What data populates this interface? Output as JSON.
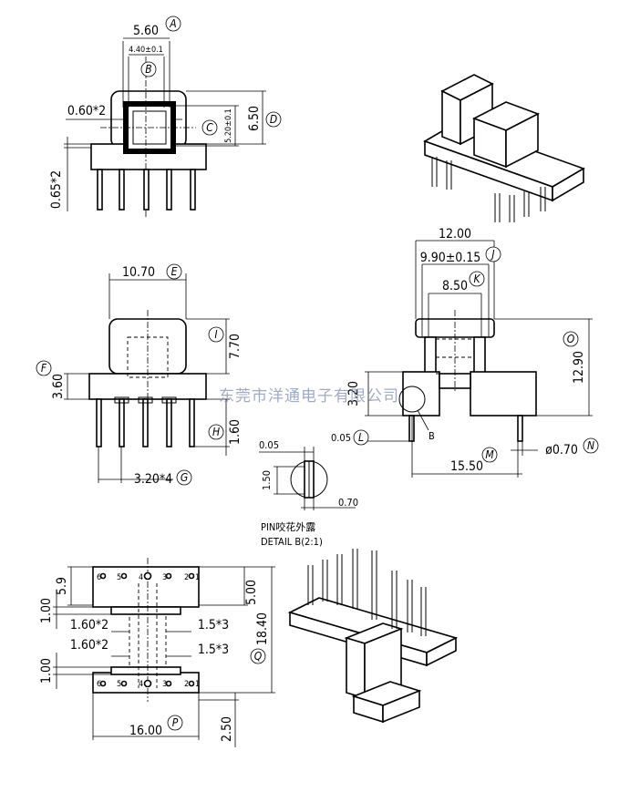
{
  "watermark": "东莞市洋通电子有限公司",
  "detail_caption": [
    "PIN咬花外露",
    "DETAIL B(2:1)"
  ],
  "detail_marker": "B",
  "dimensions": [
    {
      "id": "d_560",
      "text": "5.60",
      "bubble": "A"
    },
    {
      "id": "d_440",
      "text": "4.40±0.1",
      "bubble": "B"
    },
    {
      "id": "d_060",
      "text": "0.60*2",
      "bubble": ""
    },
    {
      "id": "d_C",
      "text": "",
      "bubble": "C"
    },
    {
      "id": "d_520",
      "text": "5.20±0.1",
      "bubble": ""
    },
    {
      "id": "d_650",
      "text": "6.50",
      "bubble": "D"
    },
    {
      "id": "d_065",
      "text": "0.65*2",
      "bubble": ""
    },
    {
      "id": "d_1070",
      "text": "10.70",
      "bubble": "E"
    },
    {
      "id": "d_770",
      "text": "7.70",
      "bubble": "I"
    },
    {
      "id": "d_360",
      "text": "3.60",
      "bubble": "F"
    },
    {
      "id": "d_160",
      "text": "1.60",
      "bubble": "H"
    },
    {
      "id": "d_320",
      "text": "3.20*4",
      "bubble": "G"
    },
    {
      "id": "d_1200",
      "text": "12.00",
      "bubble": ""
    },
    {
      "id": "d_990",
      "text": "9.90±0.15",
      "bubble": "J"
    },
    {
      "id": "d_850",
      "text": "8.50",
      "bubble": "K"
    },
    {
      "id": "d_1290",
      "text": "12.90",
      "bubble": "O"
    },
    {
      "id": "d_320b",
      "text": "3.20",
      "bubble": ""
    },
    {
      "id": "d_005",
      "text": "0.05",
      "bubble": "L"
    },
    {
      "id": "d_1550",
      "text": "15.50",
      "bubble": "M"
    },
    {
      "id": "d_070",
      "text": "ø0.70",
      "bubble": "N"
    },
    {
      "id": "d_005b",
      "text": "0.05",
      "bubble": ""
    },
    {
      "id": "d_150",
      "text": "1.50",
      "bubble": ""
    },
    {
      "id": "d_070b",
      "text": "0.70",
      "bubble": ""
    },
    {
      "id": "d_59",
      "text": "5.9",
      "bubble": ""
    },
    {
      "id": "d_500",
      "text": "5.00",
      "bubble": ""
    },
    {
      "id": "d_100a",
      "text": "1.00",
      "bubble": ""
    },
    {
      "id": "d_160a",
      "text": "1.60*2",
      "bubble": ""
    },
    {
      "id": "d_15a",
      "text": "1.5*3",
      "bubble": ""
    },
    {
      "id": "d_1840",
      "text": "18.40",
      "bubble": "Q"
    },
    {
      "id": "d_160b",
      "text": "1.60*2",
      "bubble": ""
    },
    {
      "id": "d_15b",
      "text": "1.5*3",
      "bubble": ""
    },
    {
      "id": "d_100b",
      "text": "1.00",
      "bubble": ""
    },
    {
      "id": "d_1600",
      "text": "16.00",
      "bubble": "P"
    },
    {
      "id": "d_250",
      "text": "2.50",
      "bubble": ""
    }
  ],
  "pin_numbers_top": [
    "6",
    "5",
    "4",
    "3",
    "2",
    "1"
  ],
  "pin_numbers_bottom": [
    "6",
    "5",
    "4",
    "3",
    "2",
    "1"
  ]
}
